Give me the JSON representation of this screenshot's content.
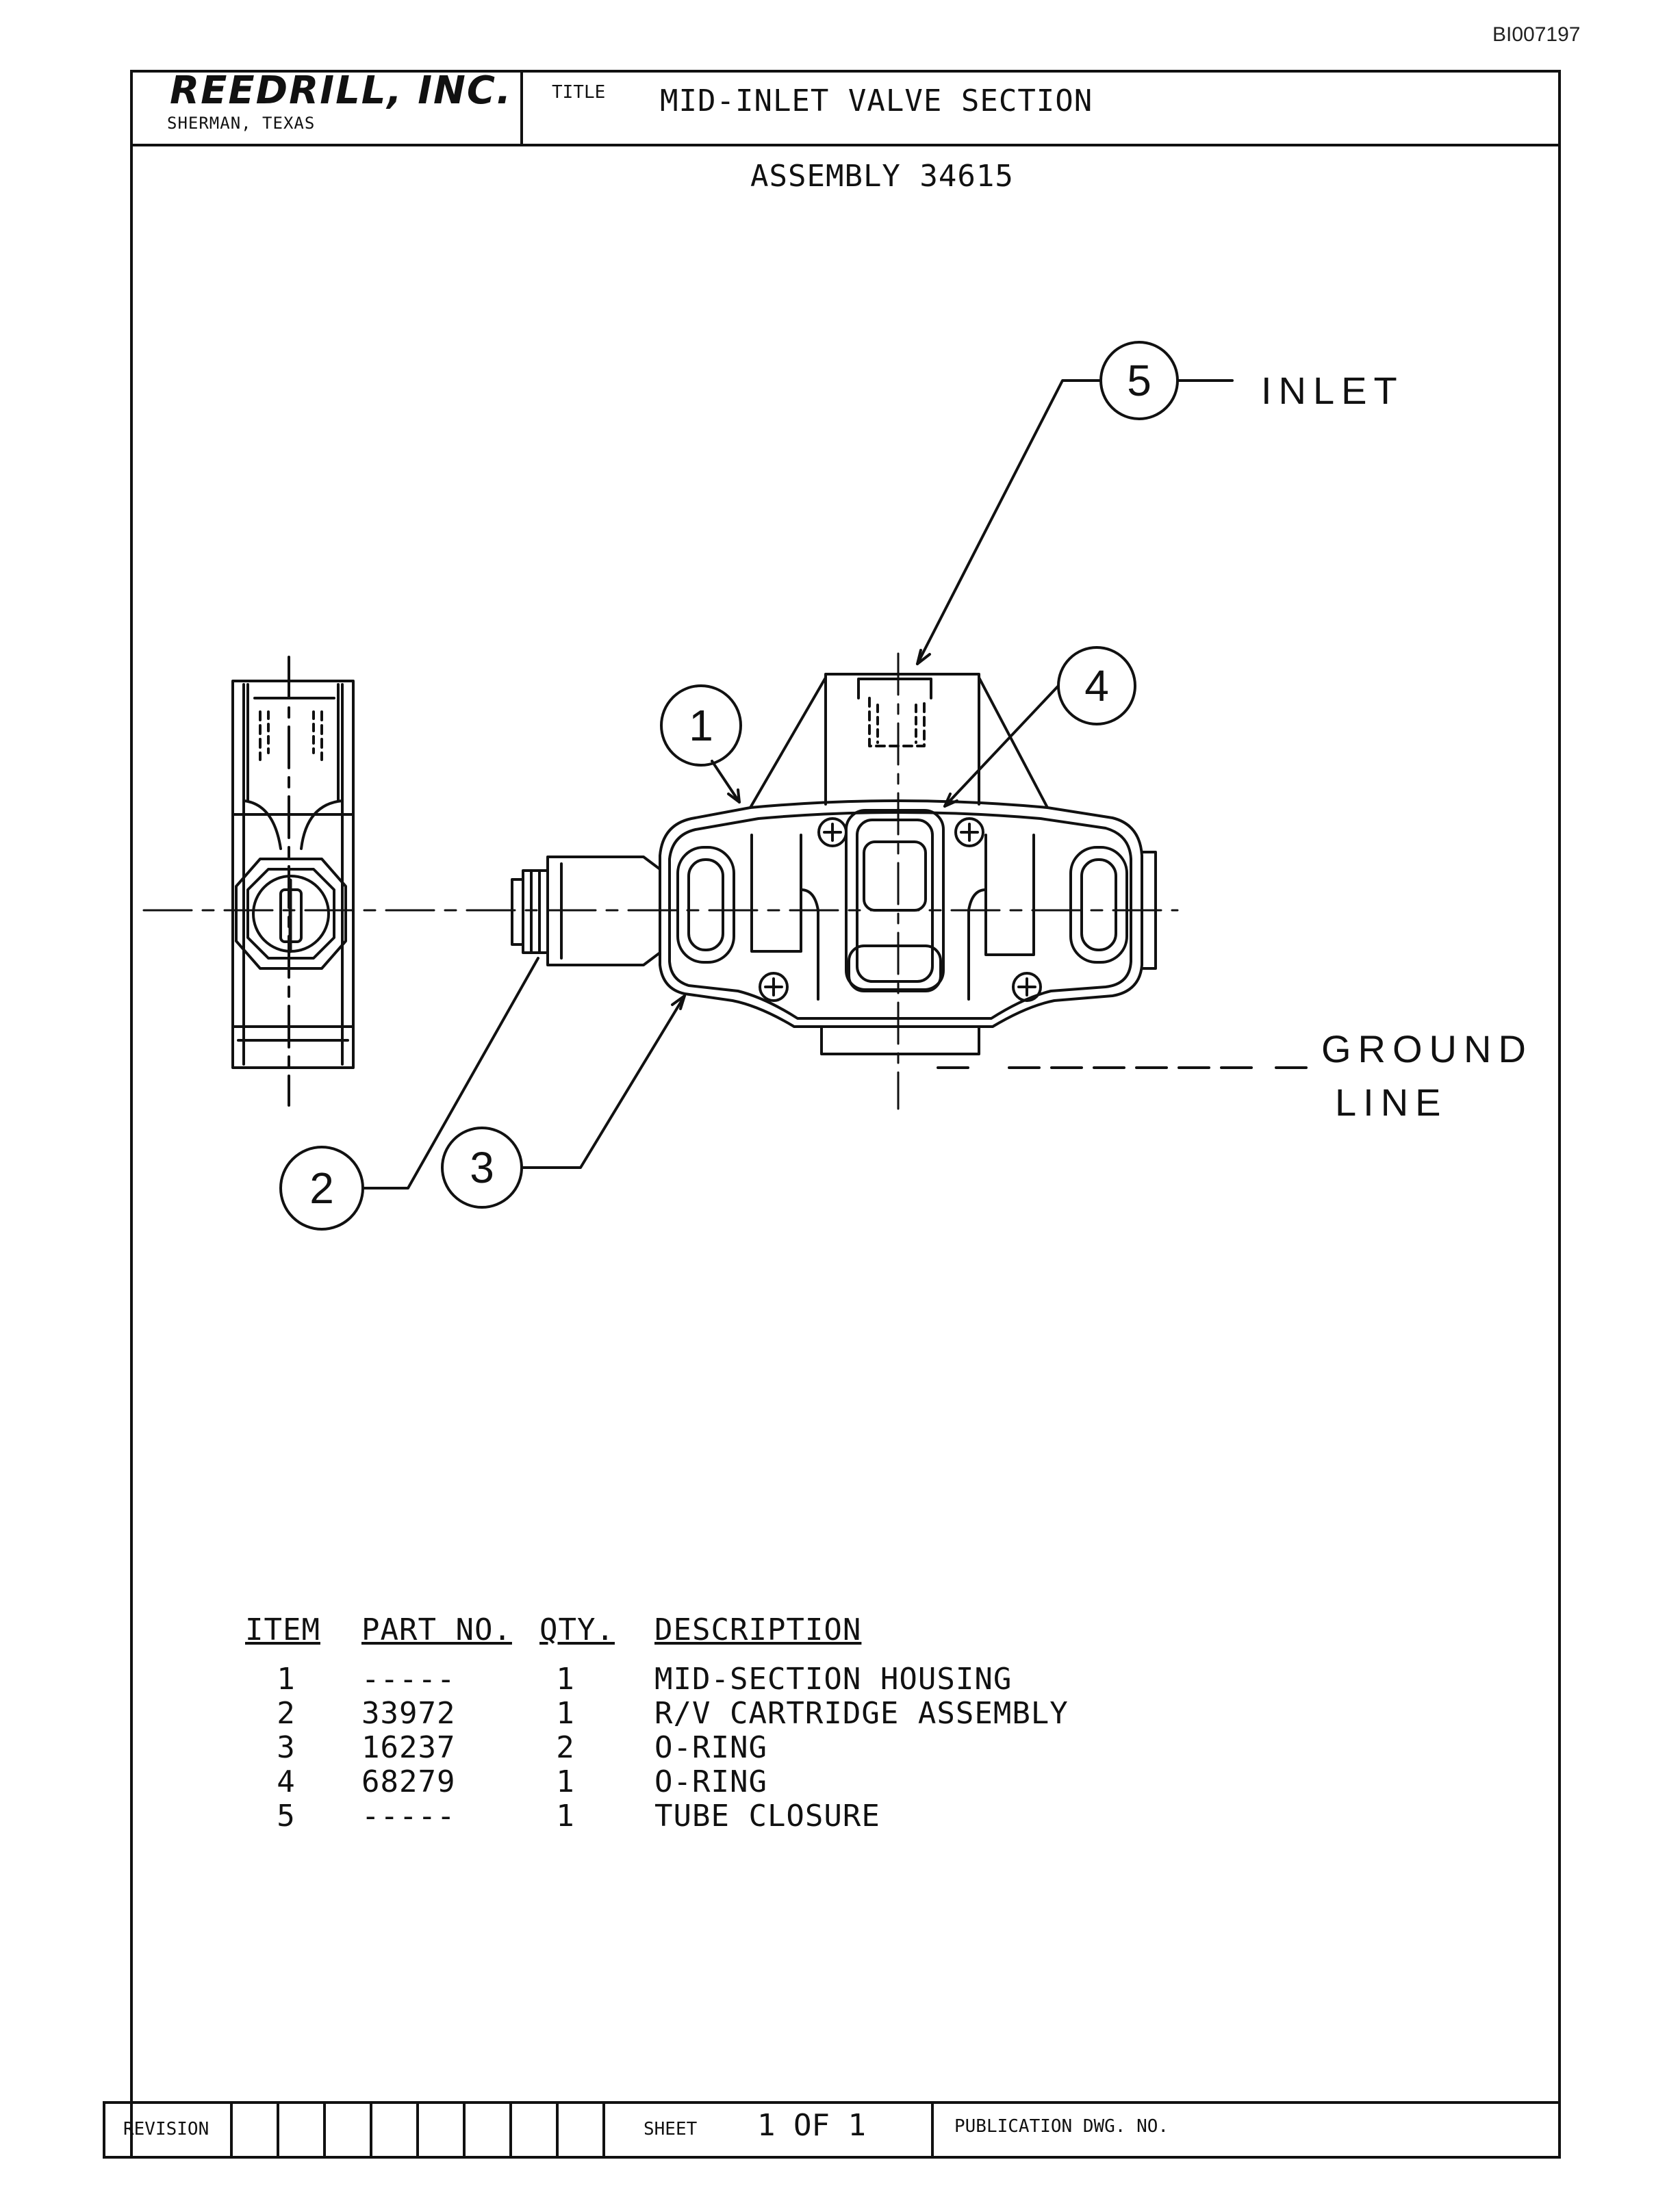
{
  "document_id": "BI007197",
  "title_block": {
    "company": "REEDRILL, INC.",
    "location": "SHERMAN, TEXAS",
    "title_label": "TITLE",
    "title": "MID-INLET VALVE SECTION"
  },
  "assembly": "ASSEMBLY 34615",
  "diagram": {
    "callouts": [
      "1",
      "2",
      "3",
      "4",
      "5"
    ],
    "labels": {
      "inlet": "INLET",
      "ground": "GROUND",
      "line": "LINE"
    }
  },
  "bom": {
    "headers": {
      "item": "ITEM",
      "part_no": "PART NO.",
      "qty": "QTY.",
      "description": "DESCRIPTION"
    },
    "rows": [
      {
        "item": "1",
        "part_no": "-----",
        "qty": "1",
        "description": "MID-SECTION HOUSING"
      },
      {
        "item": "2",
        "part_no": "33972",
        "qty": "1",
        "description": "R/V CARTRIDGE ASSEMBLY"
      },
      {
        "item": "3",
        "part_no": "16237",
        "qty": "2",
        "description": "O-RING"
      },
      {
        "item": "4",
        "part_no": "68279",
        "qty": "1",
        "description": "O-RING"
      },
      {
        "item": "5",
        "part_no": "-----",
        "qty": "1",
        "description": "TUBE CLOSURE"
      }
    ]
  },
  "footer": {
    "revision_label": "REVISION",
    "sheet_label": "SHEET",
    "sheet_value": "1 OF 1",
    "publication_label": "PUBLICATION DWG. NO."
  }
}
